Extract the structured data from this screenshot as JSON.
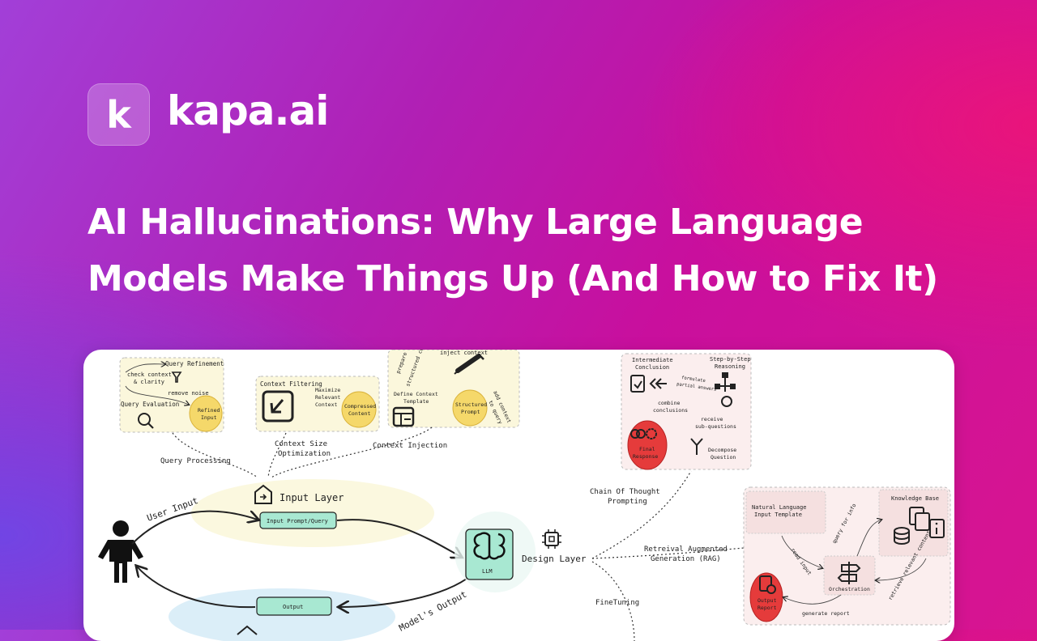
{
  "brand": {
    "logo_letter": "k",
    "name": "kapa.ai"
  },
  "headline": "AI Hallucinations: Why Large Language Models Make Things Up (And How to Fix It)",
  "diagram": {
    "query_processing": {
      "query_refinement": "Query Refinement",
      "check_context": "check context",
      "and_clarity": "& clarity",
      "remove_noise": "remove noise",
      "query_evaluation": "Query Evaluation",
      "refined_input_1": "Refined",
      "refined_input_2": "Input",
      "label": "Query Processing"
    },
    "context_filtering": {
      "title": "Context Filtering",
      "maximize_1": "Maximize",
      "maximize_2": "Relevant",
      "maximize_3": "Context",
      "compressed_1": "Compressed",
      "compressed_2": "Content",
      "label_1": "Context Size",
      "label_2": "Optimization"
    },
    "context_injection": {
      "prepare_1": "prepare",
      "prepare_2": "structured context",
      "inject": "inject context",
      "define_1": "Define Context",
      "define_2": "Template",
      "structured_1": "Structured",
      "structured_2": "Prompt",
      "add_1": "add context",
      "add_2": "to query",
      "label": "Context Injection"
    },
    "chain_of_thought": {
      "intermediate_1": "Intermediate",
      "intermediate_2": "Conclusion",
      "step_1": "Step-by-Step",
      "step_2": "Reasoning",
      "formulate_1": "formulate",
      "formulate_2": "partial answers",
      "combine_1": "combine",
      "combine_2": "conclusions",
      "receive_1": "receive",
      "receive_2": "sub-questions",
      "final_1": "Final",
      "final_2": "Response",
      "decompose_1": "Decompose",
      "decompose_2": "Question",
      "label_1": "Chain Of Thought",
      "label_2": "Prompting"
    },
    "rag": {
      "nl_1": "Natural Language",
      "nl_2": "Input Template",
      "knowledge_base": "Knowledge Base",
      "query_for_info": "query for info",
      "read_input": "read input",
      "orchestration": "Orchestration",
      "retrieve": "retrieve relevant content",
      "output_1": "Output",
      "output_2": "Report",
      "generate": "generate report",
      "label_1": "Retreival Augmented",
      "label_2": "Generation (RAG)"
    },
    "core": {
      "user_input": "User Input",
      "input_layer": "Input Layer",
      "input_prompt": "Input Prompt/Query",
      "llm": "LLM",
      "design_layer": "Design Layer",
      "finetuning": "FineTuning",
      "output": "Output",
      "models_output": "Model's Output"
    }
  }
}
